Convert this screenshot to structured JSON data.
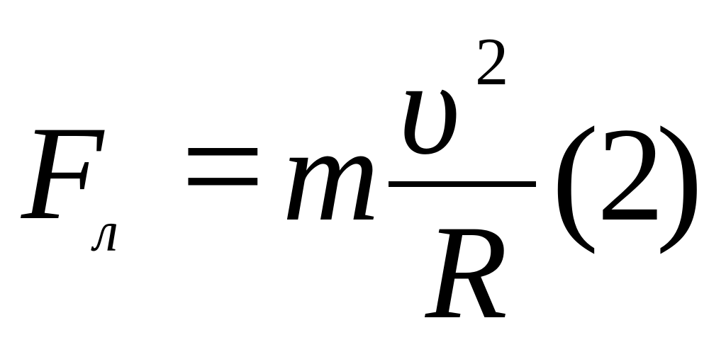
{
  "equation": {
    "lhs_symbol": "F",
    "lhs_subscript": "л",
    "equals": "=",
    "mass_symbol": "m",
    "numerator": "υ",
    "numerator_exponent": "2",
    "denominator": "R",
    "label_open": "(",
    "label_number": "2",
    "label_close": ")"
  }
}
